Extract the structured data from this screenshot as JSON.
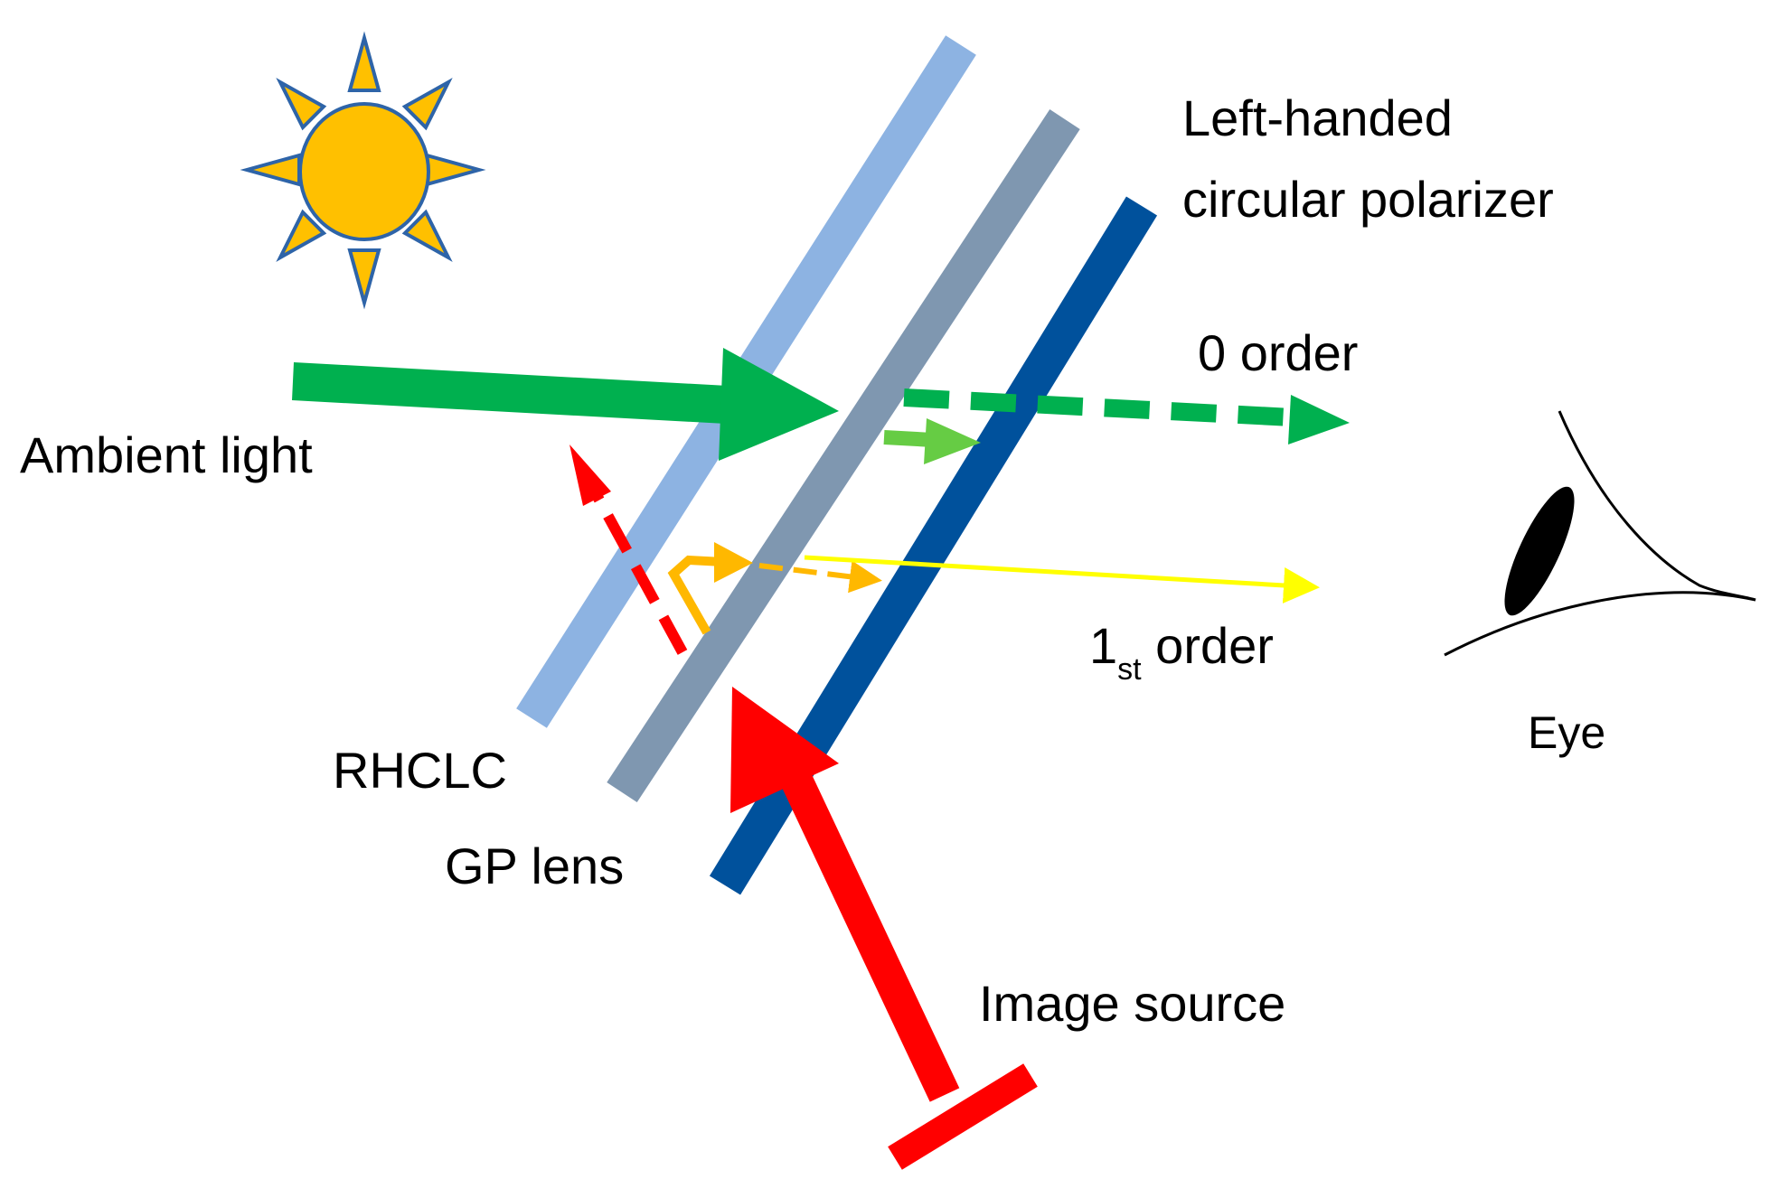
{
  "labels": {
    "polarizer_line1": "Left-handed",
    "polarizer_line2": "circular polarizer",
    "zero_order": "0 order",
    "ambient_light": "Ambient light",
    "first_order_main": "1",
    "first_order_sub": "st",
    "first_order_rest": " order",
    "eye": "Eye",
    "rhclc": "RHCLC",
    "gp_lens": "GP lens",
    "image_source": "Image source"
  },
  "colors": {
    "rhclc_layer": "#8DB3E2",
    "gp_lens_layer": "#7F97B0",
    "polarizer_layer": "#00519C",
    "ambient_arrow": "#00B04F",
    "zero_order_arrow": "#00B04F",
    "transmitted_green": "#66CC44",
    "image_source_arrow": "#FF0000",
    "reflected_red": "#FF0000",
    "orange_ray": "#FFB800",
    "first_order_ray": "#FFFF00",
    "sun_fill": "#FFC000",
    "sun_outline": "#2E64A8",
    "eye_line": "#000000",
    "text": "#000000"
  },
  "icons": {
    "sun": "sun-icon",
    "eye": "eye-icon"
  }
}
